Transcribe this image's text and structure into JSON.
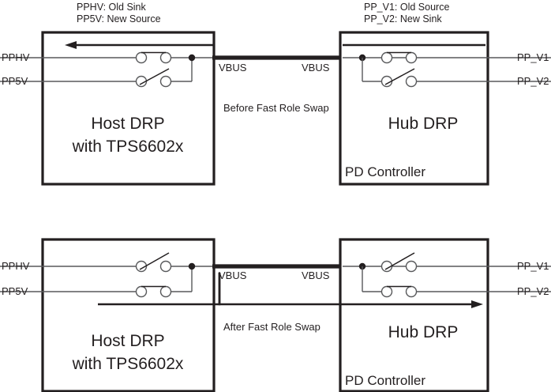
{
  "figure": {
    "type": "block-diagram",
    "title_top_left": "PPHV: Old Sink",
    "title_top_left_2": "PP5V: New Source",
    "title_top_right": "PP_V1: Old Source",
    "title_top_right_2": "PP_V2: New Sink"
  },
  "legend": {
    "left": [
      {
        "text": "PPHV: Old Sink"
      },
      {
        "text": "PP5V: New Source"
      }
    ],
    "right": [
      {
        "text": "PP_V1: Old Source"
      },
      {
        "text": "PP_V2: New Sink"
      }
    ]
  },
  "panels": [
    {
      "id": "before",
      "caption": "Before Fast Role Swap",
      "left_box": {
        "title": "Host DRP",
        "subtitle": "with TPS6602x",
        "pins": [
          {
            "label": "PPHV"
          },
          {
            "label": "PP5V"
          }
        ],
        "vbus_label": "VBUS",
        "switch_state": "pphv-closed-pp5v-open"
      },
      "right_box": {
        "title": "Hub DRP",
        "subtitle": "PD Controller",
        "pins": [
          {
            "label": "PP_V1"
          },
          {
            "label": "PP_V2"
          }
        ],
        "vbus_label": "VBUS",
        "switch_state": "ppv1-closed-ppv2-open"
      },
      "current_flow": "right-to-left"
    },
    {
      "id": "after",
      "caption": "After Fast Role Swap",
      "left_box": {
        "title": "Host DRP",
        "subtitle": "with TPS6602x",
        "pins": [
          {
            "label": "PPHV"
          },
          {
            "label": "PP5V"
          }
        ],
        "vbus_label": "VBUS",
        "switch_state": "pphv-open-pp5v-closed"
      },
      "right_box": {
        "title": "Hub DRP",
        "subtitle": "PD Controller",
        "pins": [
          {
            "label": "PP_V1"
          },
          {
            "label": "PP_V2"
          }
        ],
        "vbus_label": "VBUS",
        "switch_state": "ppv1-open-ppv2-closed"
      },
      "current_flow": "left-to-right"
    }
  ],
  "colors": {
    "ink": "#231f20",
    "wire": "#58595b",
    "background": "#ffffff"
  }
}
